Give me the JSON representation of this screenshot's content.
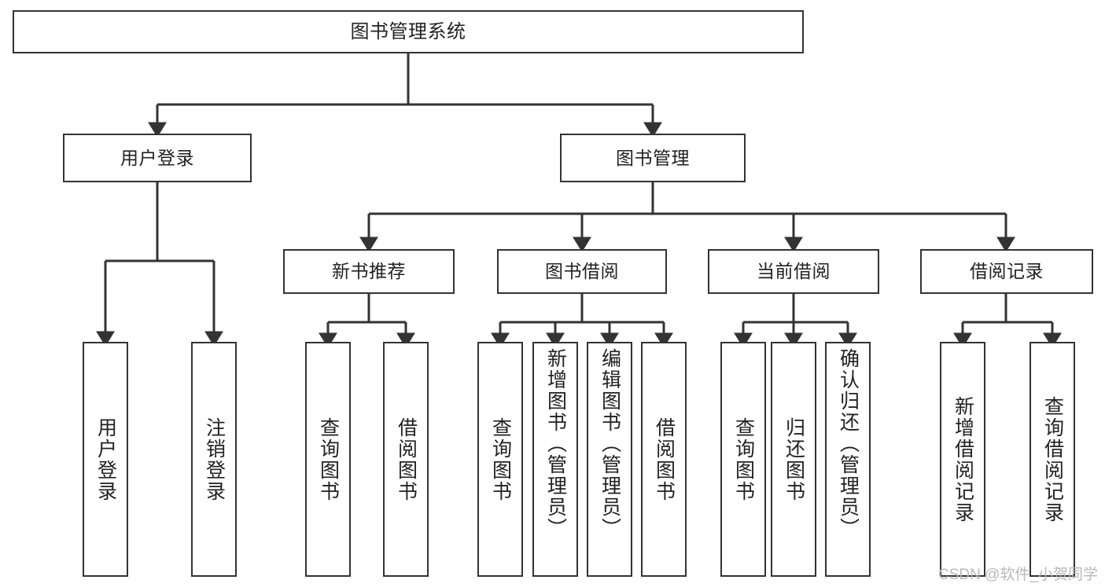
{
  "diagram": {
    "title": "图书管理系统",
    "background_color": "#ffffff",
    "line_color": "#333333",
    "text_color": "#222222",
    "levels": {
      "root": "图书管理系统",
      "level2": [
        "用户登录",
        "图书管理"
      ],
      "level3": [
        "新书推荐",
        "图书借阅",
        "当前借阅",
        "借阅记录"
      ]
    },
    "nodes": {
      "root": {
        "label": "图书管理系统"
      },
      "user_login": {
        "label": "用户登录"
      },
      "book_manage": {
        "label": "图书管理"
      },
      "new_book_rec": {
        "label": "新书推荐"
      },
      "book_borrow": {
        "label": "图书借阅"
      },
      "current_borrow": {
        "label": "当前借阅"
      },
      "borrow_record": {
        "label": "借阅记录"
      },
      "leaf_user_login": {
        "label": "用户登录"
      },
      "leaf_logout": {
        "label": "注销登录"
      },
      "leaf_query_book_1": {
        "label": "查询图书"
      },
      "leaf_borrow_book_1": {
        "label": "借阅图书"
      },
      "leaf_query_book_2": {
        "label": "查询图书"
      },
      "leaf_add_book": {
        "label": "新增图书（管理员）"
      },
      "leaf_edit_book": {
        "label": "编辑图书（管理员）"
      },
      "leaf_borrow_book_2": {
        "label": "借阅图书"
      },
      "leaf_query_book_3": {
        "label": "查询图书"
      },
      "leaf_return_book": {
        "label": "归还图书"
      },
      "leaf_confirm_return": {
        "label": "确认归还（管理员）"
      },
      "leaf_add_record": {
        "label": "新增借阅记录"
      },
      "leaf_query_record": {
        "label": "查询借阅记录"
      }
    },
    "watermark": "CSDN @软件_小贺同学"
  }
}
